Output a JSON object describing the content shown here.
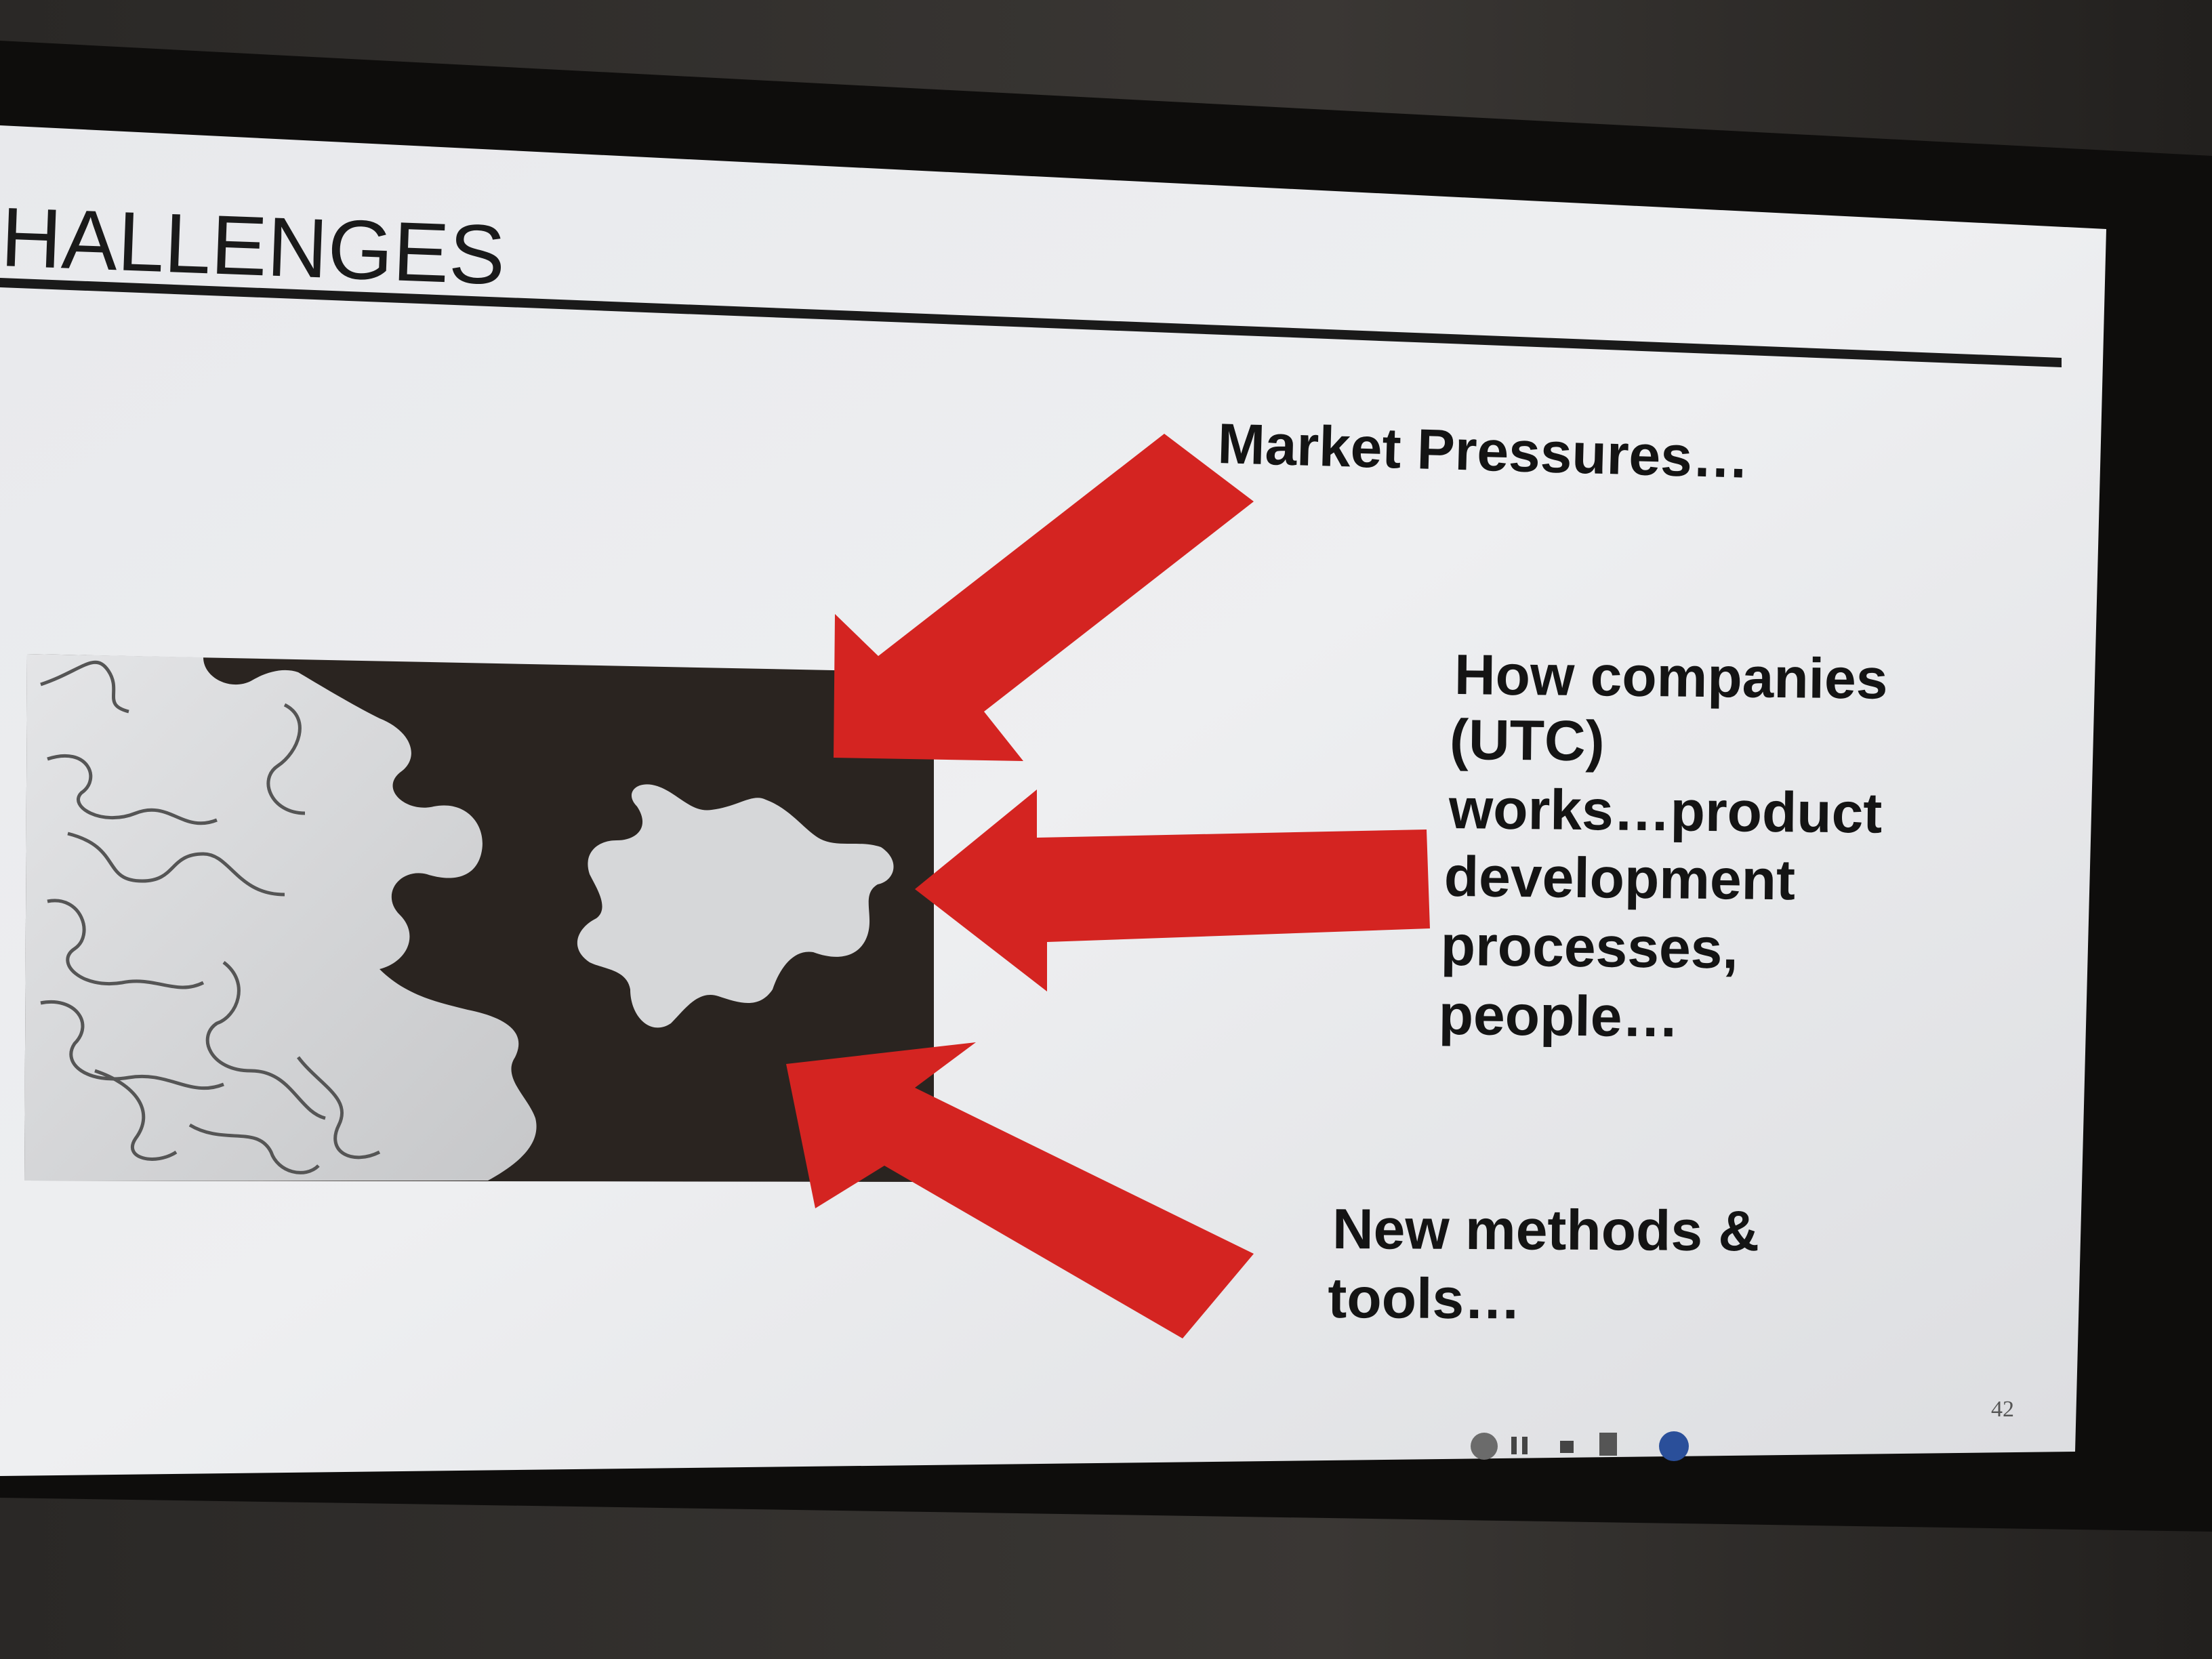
{
  "slide": {
    "title": "HALLENGES",
    "callouts": {
      "market": "Market Pressures…",
      "how_companies": [
        "How companies",
        "(UTC)",
        "works…product",
        "development",
        "processes,",
        "people…"
      ],
      "new_methods": [
        "New methods &",
        "tools…"
      ]
    },
    "slide_number": "42"
  },
  "colors": {
    "arrow": "#d42421",
    "screen": "#e6e7ea",
    "puzzle_dark": "#2a2420",
    "puzzle_light": "#d9dadc",
    "surround": "#1c1a18"
  },
  "icons": {
    "puzzle": "puzzle-pieces-image",
    "arrows": "red-arrow-icon",
    "player_controls": "slideshow-control-icons"
  }
}
